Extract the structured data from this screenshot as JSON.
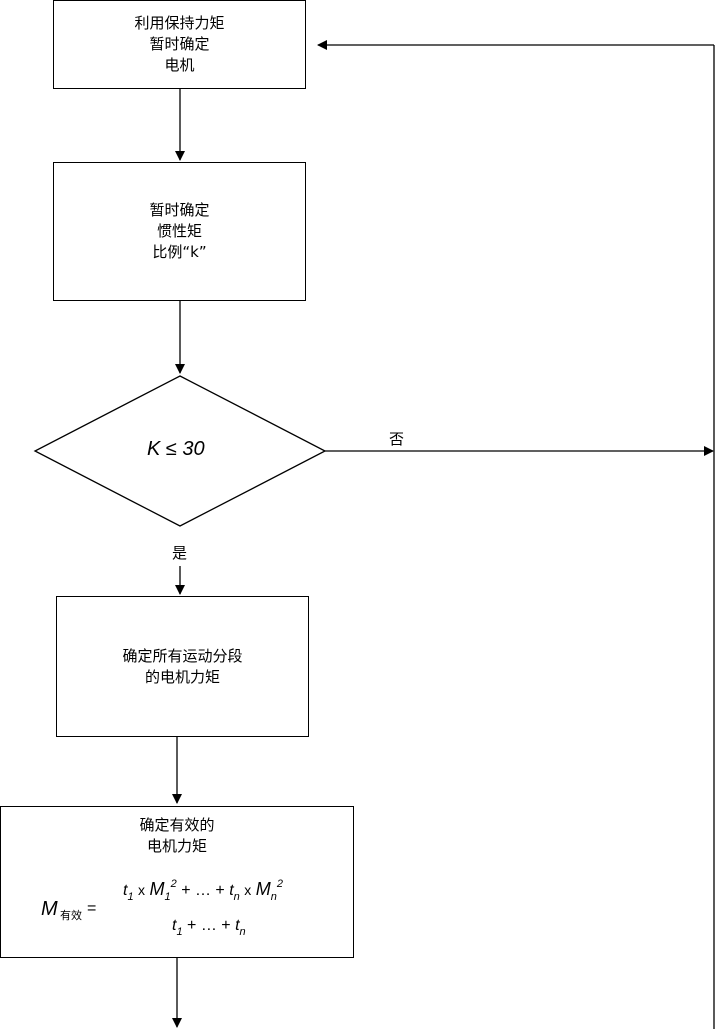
{
  "step1": [
    "利用保持力矩",
    "暂时确定",
    "电机"
  ],
  "step2": [
    "暂时确定",
    "惯性矩",
    "比例“k”"
  ],
  "decision": "K ≤ 30",
  "no_label": "否",
  "yes_label": "是",
  "step3": [
    "确定所有运动分段",
    "的电机力矩"
  ],
  "step4": [
    "确定有效的",
    "电机力矩"
  ],
  "formula": {
    "lhs_symbol": "M",
    "lhs_subscript": "有效",
    "equals": "=",
    "numerator": {
      "t1": "t",
      "t1_sub": "1",
      "x1": "x",
      "m1": "M",
      "m1_sub": "1",
      "m1_sup": "2",
      "mid": "+ … +",
      "tn": "t",
      "tn_sub": "n",
      "x2": "x",
      "mn": "M",
      "mn_sub": "n",
      "mn_sup": "2"
    },
    "denominator": {
      "t1": "t",
      "t1_sub": "1",
      "mid": "+ … +",
      "tn": "t",
      "tn_sub": "n"
    }
  }
}
